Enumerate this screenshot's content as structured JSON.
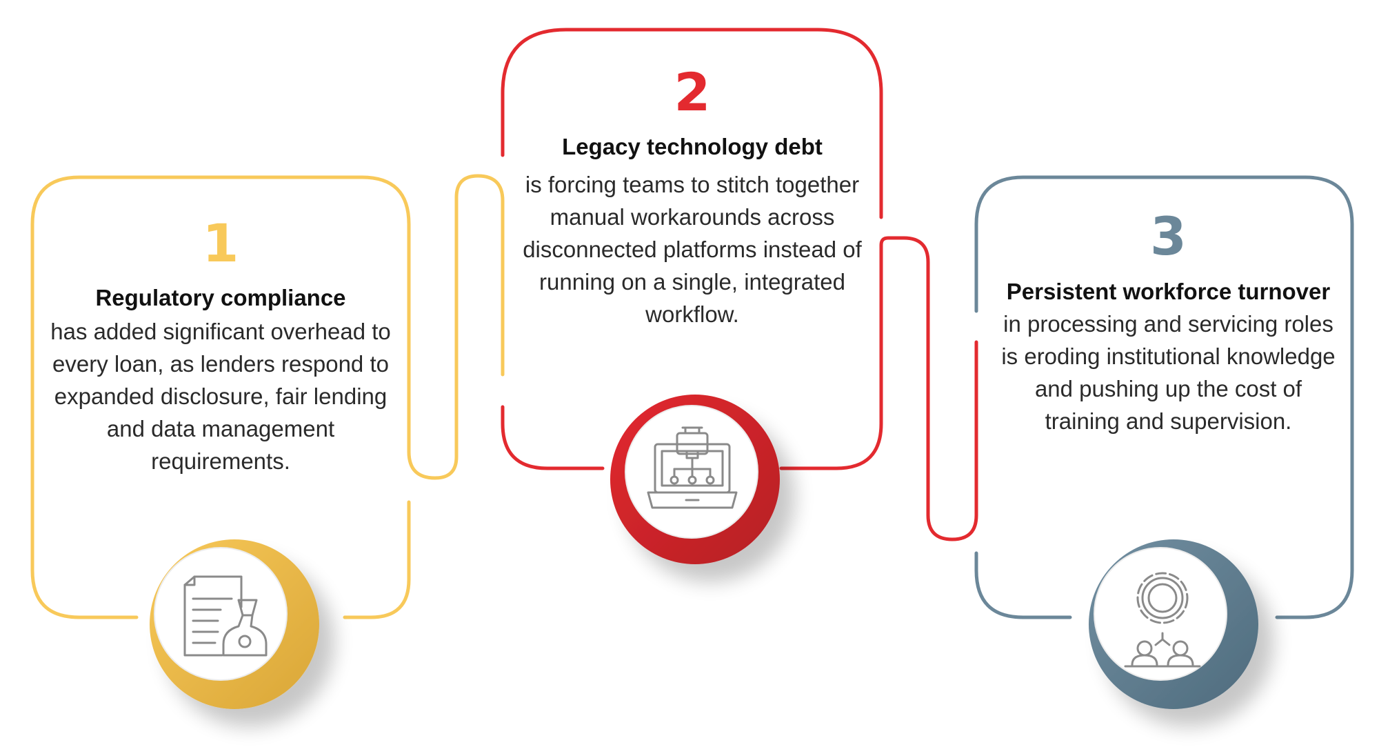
{
  "steps": [
    {
      "number": "1",
      "title": "Regulatory compliance",
      "body": "has added significant overhead to every loan, as lenders respond to expanded disclosure, fair lending and data management requirements.",
      "color": "#F8C95A",
      "icon": "document-compliance-icon"
    },
    {
      "number": "2",
      "title": "Legacy technology debt",
      "body": "is forcing teams to stitch together manual workarounds across disconnected platforms instead of running on a single, integrated workflow.",
      "color": "#E32A2F",
      "icon": "laptop-network-icon"
    },
    {
      "number": "3",
      "title": "Persistent workforce turnover",
      "body": " in processing and servicing roles is eroding institutional knowledge and pushing up the cost of training and supervision.",
      "color": "#6B8799",
      "icon": "gear-team-icon"
    }
  ]
}
